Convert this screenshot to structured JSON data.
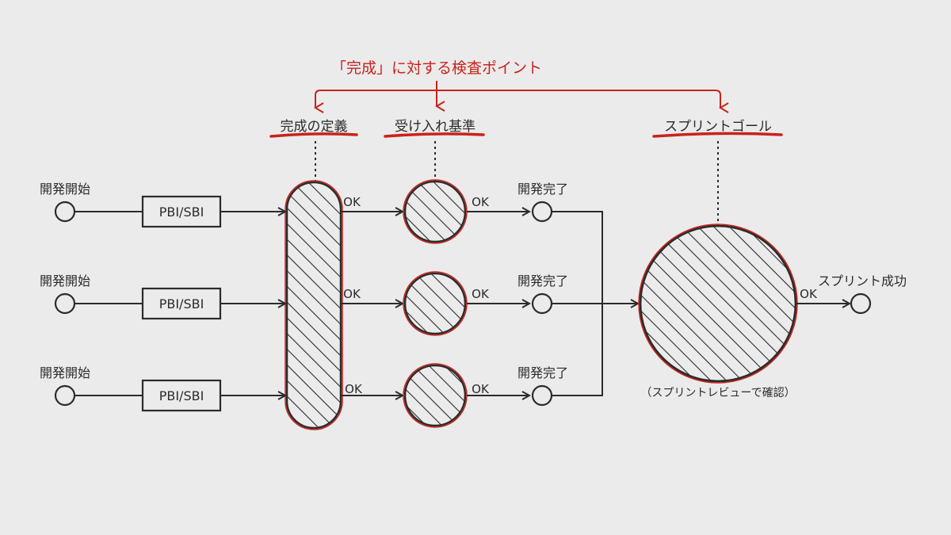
{
  "header": {
    "title": "「完成」に対する検査ポイント",
    "accent_color": "#c8231c"
  },
  "checkpoints": {
    "dod": "完成の定義",
    "acceptance": "受け入れ基準",
    "sprint_goal": "スプリントゴール"
  },
  "lanes": [
    {
      "start": "開発開始",
      "item": "PBI/SBI",
      "ok_dod": "OK",
      "ok_acceptance": "OK",
      "done": "開発完了"
    },
    {
      "start": "開発開始",
      "item": "PBI/SBI",
      "ok_dod": "OK",
      "ok_acceptance": "OK",
      "done": "開発完了"
    },
    {
      "start": "開発開始",
      "item": "PBI/SBI",
      "ok_dod": "OK",
      "ok_acceptance": "OK",
      "done": "開発完了"
    }
  ],
  "result": {
    "ok": "OK",
    "success": "スプリント成功",
    "review_note": "（スプリントレビューで確認）"
  },
  "colors": {
    "ink": "#2b2b2b",
    "accent": "#c8231c",
    "background": "#ebebeb"
  }
}
